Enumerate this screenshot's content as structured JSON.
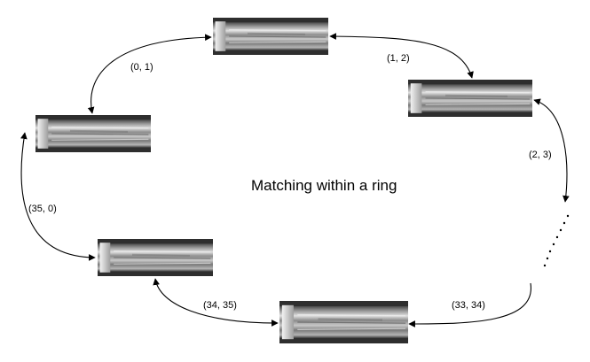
{
  "title": "Matching within a ring",
  "nodes": [
    {
      "id": "img-0"
    },
    {
      "id": "img-1"
    },
    {
      "id": "img-2"
    },
    {
      "id": "img-33"
    },
    {
      "id": "img-34"
    },
    {
      "id": "img-35"
    }
  ],
  "edge_labels": {
    "e01": "(0, 1)",
    "e12": "(1, 2)",
    "e23": "(2, 3)",
    "e3334": "(33, 34)",
    "e3435": "(34, 35)",
    "e350": "(35, 0)"
  },
  "colors": {
    "tube_dark": "#3a3a3a",
    "tube_light": "#d8d8d8",
    "tube_cap": "#e9e9e9",
    "line": "#000000"
  }
}
